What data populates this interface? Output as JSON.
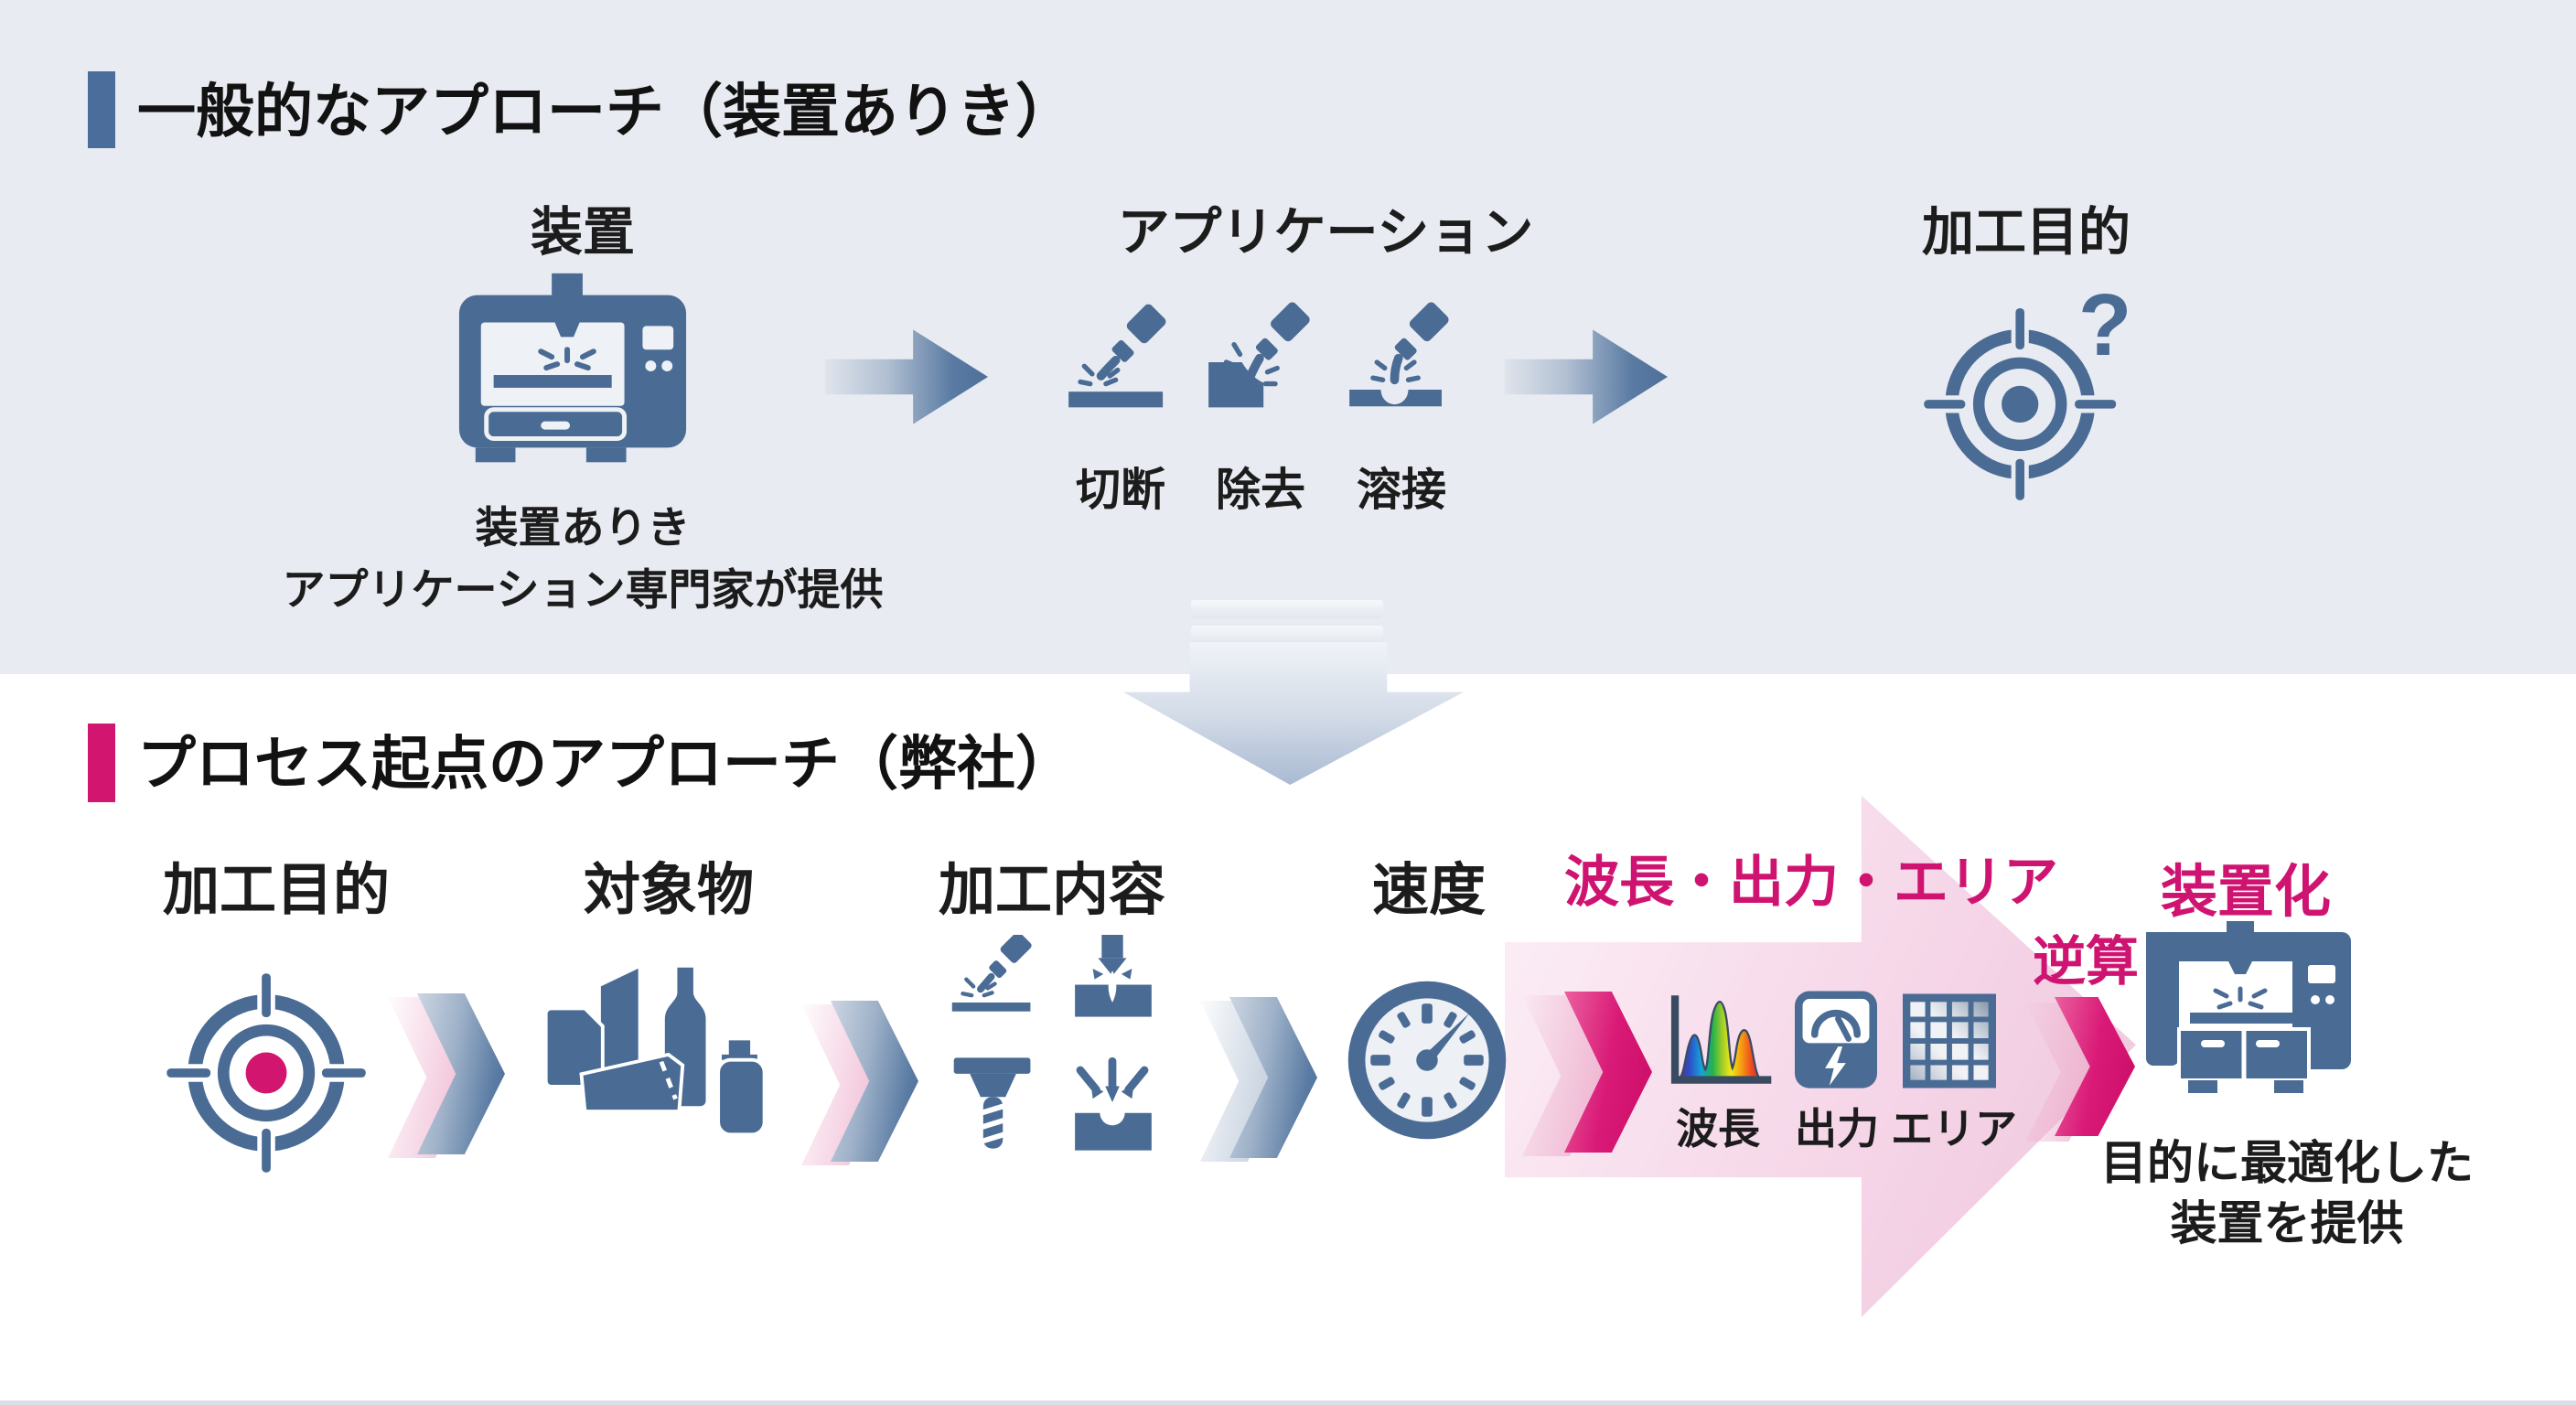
{
  "top": {
    "title": "一般的なアプローチ（装置ありき）",
    "device_label": "装置",
    "device_caption1": "装置ありき",
    "device_caption2": "アプリケーション専門家が提供",
    "application_label": "アプリケーション",
    "apps": [
      {
        "label": "切断"
      },
      {
        "label": "除去"
      },
      {
        "label": "溶接"
      }
    ],
    "purpose_label": "加工目的",
    "question_mark": "?"
  },
  "bottom": {
    "title": "プロセス起点のアプローチ（弊社）",
    "steps": [
      {
        "label": "加工目的"
      },
      {
        "label": "対象物"
      },
      {
        "label": "加工内容"
      },
      {
        "label": "速度"
      }
    ],
    "params_title": "波長・出力・エリア",
    "params": [
      {
        "label": "波長"
      },
      {
        "label": "出力"
      },
      {
        "label": "エリア"
      }
    ],
    "reverse_label": "逆算",
    "result_title": "装置化",
    "result_caption1": "目的に最適化した",
    "result_caption2": "装置を提供"
  },
  "colors": {
    "top_section_bg": "#e8ebf1",
    "bottom_section_bg": "#ffffff",
    "icon_blue": "#4a6b94",
    "title_bar_blue": "#4a6d9c",
    "accent_magenta": "#d2156f",
    "pale_pink_arrow": "#f6d9e9",
    "text_black": "#1c1c1c"
  }
}
